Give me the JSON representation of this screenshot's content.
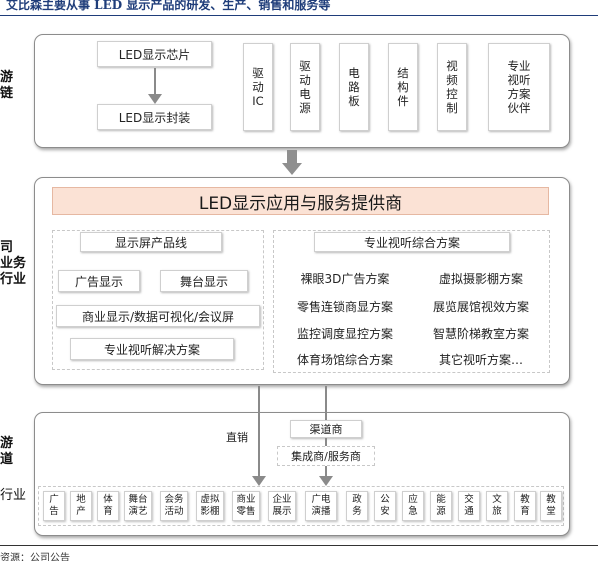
{
  "header": {
    "title": "艾比森主要从事 LED 显示产品的研发、生产、销售和服务等"
  },
  "sections": {
    "upstream_label": "游\n链",
    "company_label": "司\n业务\n行业",
    "downstream_label": "游\n道",
    "industry_label": "行业"
  },
  "upstream": {
    "chip": "LED显示芯片",
    "package": "LED显示封装",
    "vertical_items": [
      "驱\n动\nIC",
      "驱\n动\n电\n源",
      "电\n路\n板",
      "结\n构\n件",
      "视\n频\n控\n制",
      "专业\n视听\n方案\n伙伴"
    ]
  },
  "company": {
    "banner": "LED显示应用与服务提供商",
    "left_header": "显示屏产品线",
    "left_items": [
      "广告显示",
      "舞台显示",
      "商业显示/数据可视化/会议屏",
      "专业视听解决方案"
    ],
    "right_header": "专业视听综合方案",
    "right_items": [
      "裸眼3D广告方案",
      "虚拟摄影棚方案",
      "零售连锁商显方案",
      "展览展馆视效方案",
      "监控调度显控方案",
      "智慧阶梯教室方案",
      "体育场馆综合方案",
      "其它视听方案…"
    ]
  },
  "downstream": {
    "direct": "直销",
    "channel": "渠道商",
    "integrator": "集成商/服务商",
    "industries": [
      "广\n告",
      "地\n产",
      "体\n育",
      "舞台\n演艺",
      "会务\n活动",
      "虚拟\n影棚",
      "商业\n零售",
      "企业\n展示",
      "广电\n演播",
      "政\n务",
      "公\n安",
      "应\n急",
      "能\n源",
      "交\n通",
      "文\n旅",
      "教\n育",
      "教\n堂"
    ]
  },
  "footer": {
    "source": "资源：公司公告"
  }
}
